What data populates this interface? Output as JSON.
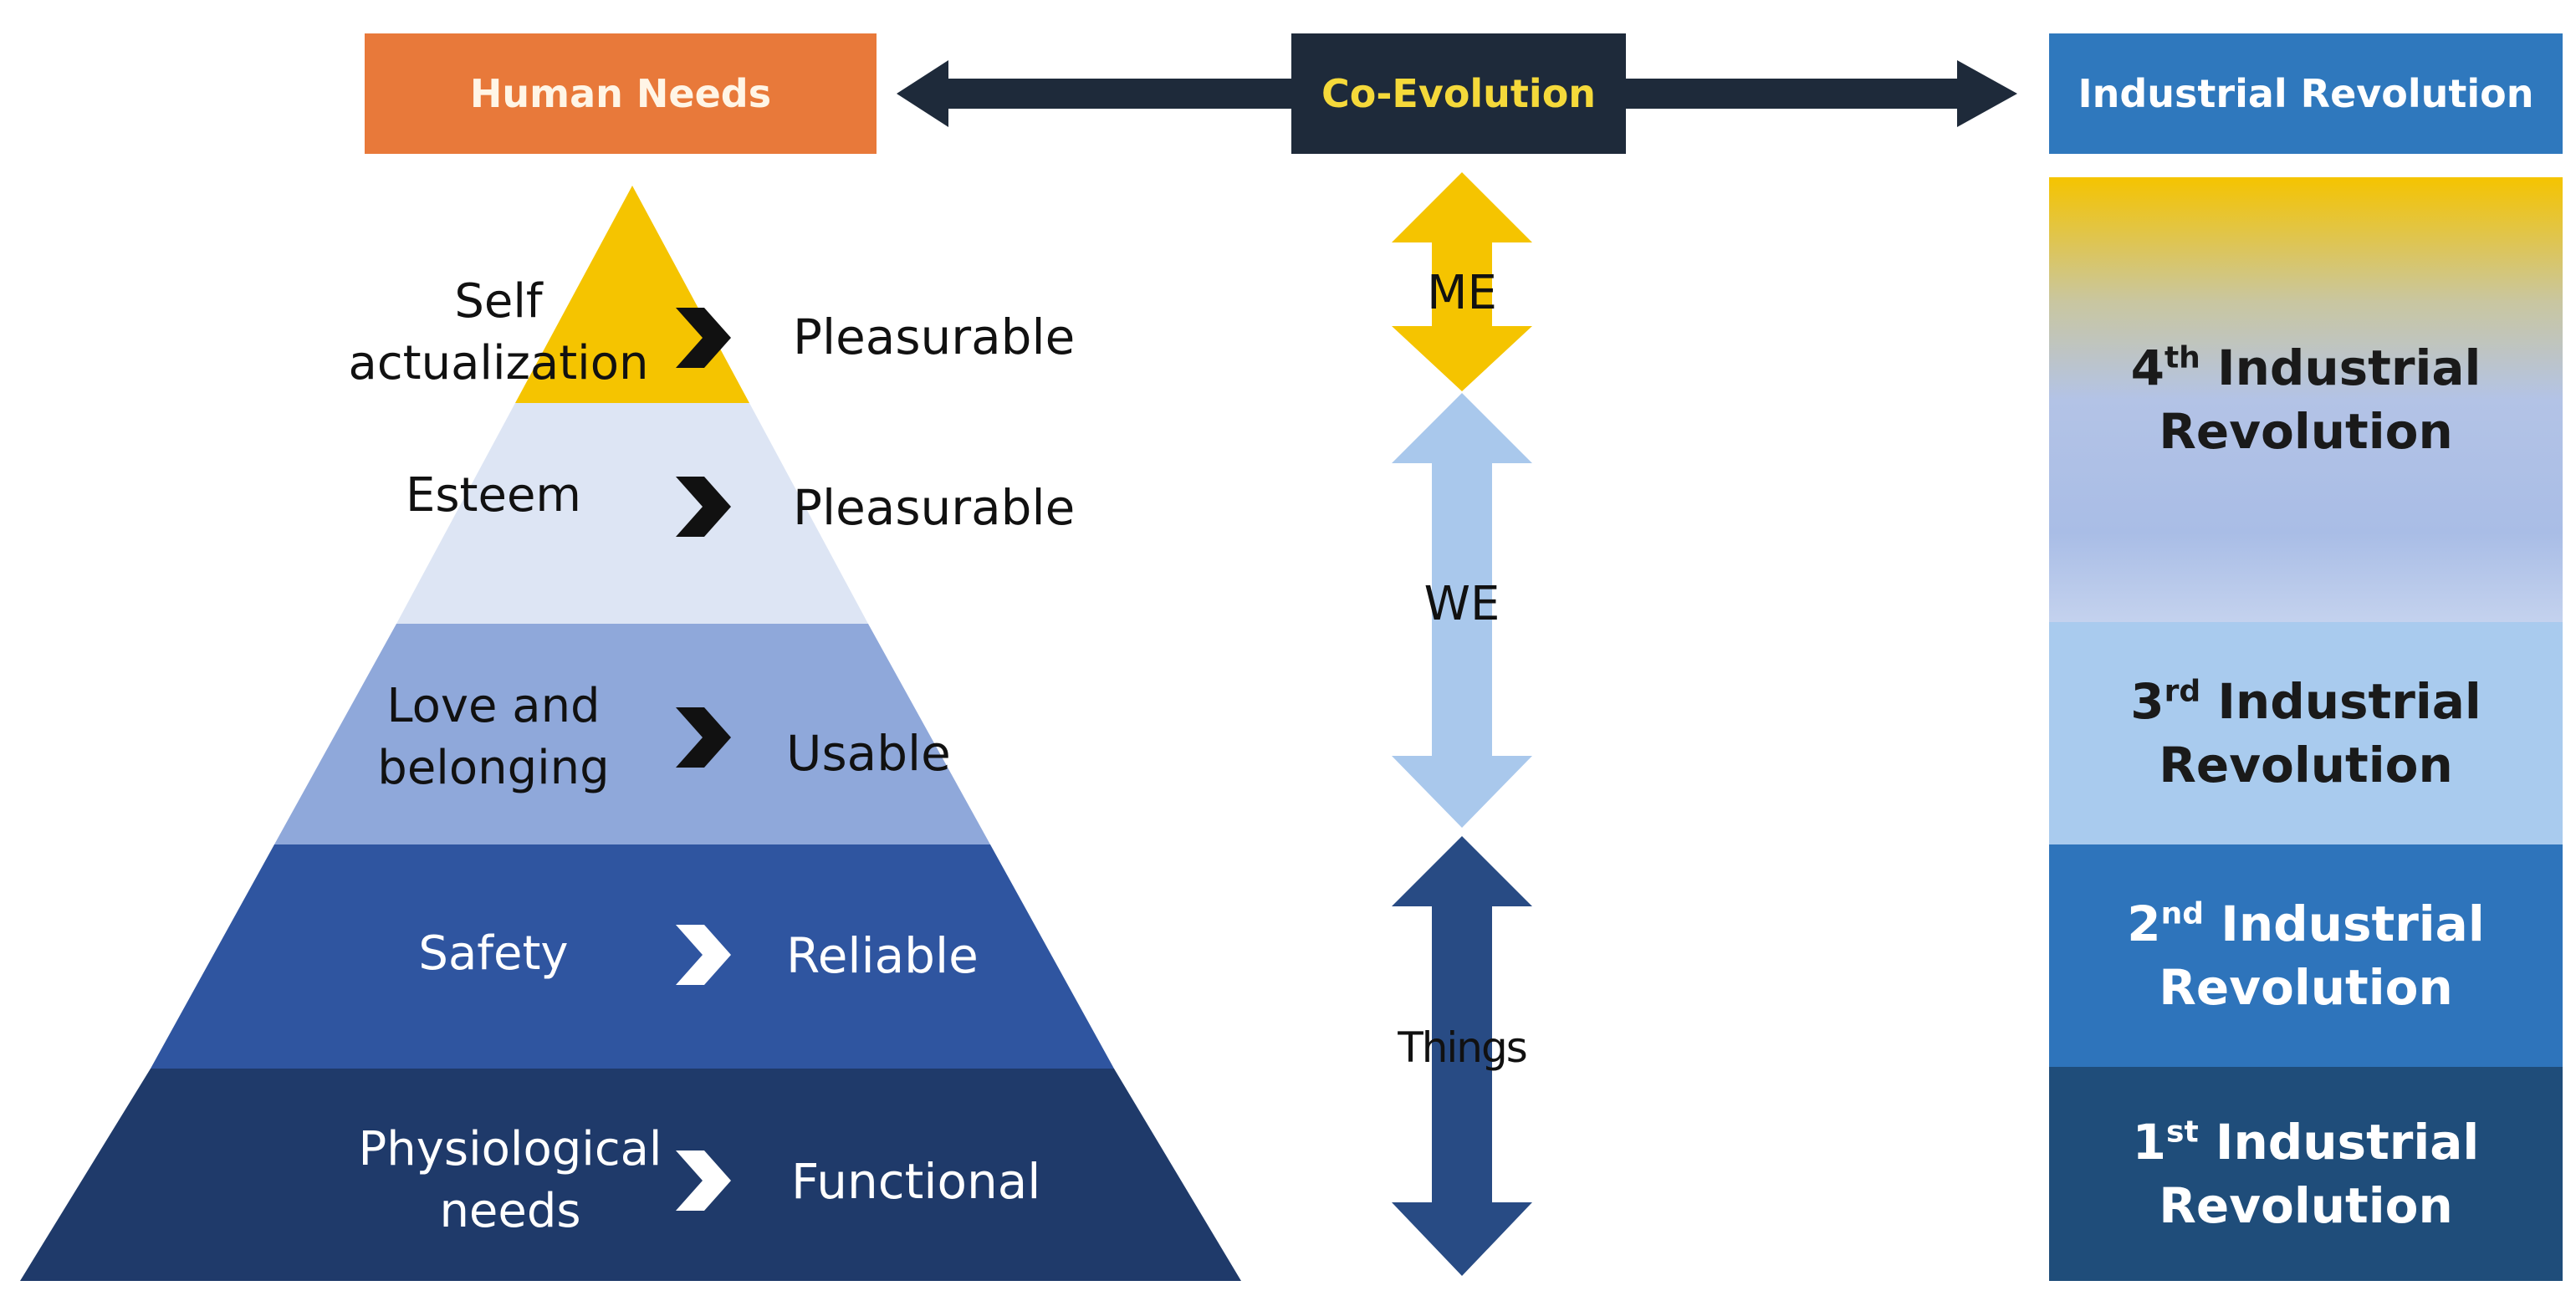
{
  "headers": {
    "human_needs": "Human Needs",
    "co_evolution": "Co-Evolution",
    "industrial_revolution": "Industrial Revolution"
  },
  "pyramid": [
    {
      "need_line1": "Self",
      "need_line2": "actualization",
      "quality": "Pleasurable",
      "color": "#f5c400"
    },
    {
      "need_line1": "Esteem",
      "need_line2": "",
      "quality": "Pleasurable",
      "color": "#dde5f4"
    },
    {
      "need_line1": "Love and",
      "need_line2": "belonging",
      "quality": "Usable",
      "color": "#8fa8da"
    },
    {
      "need_line1": "Safety",
      "need_line2": "",
      "quality": "Reliable",
      "color": "#2f55a0"
    },
    {
      "need_line1": "Physiological",
      "need_line2": "needs",
      "quality": "Functional",
      "color": "#1f3a6a"
    }
  ],
  "arrows": [
    {
      "label": "ME",
      "color": "#f5c400"
    },
    {
      "label": "WE",
      "color": "#a9c8ec"
    },
    {
      "label": "Things",
      "color": "#284b84"
    }
  ],
  "revolutions": [
    {
      "ordinal": "4",
      "suffix": "th",
      "line1_rest": "Industrial",
      "line2": "Revolution"
    },
    {
      "ordinal": "3",
      "suffix": "rd",
      "line1_rest": "Industrial",
      "line2": "Revolution"
    },
    {
      "ordinal": "2",
      "suffix": "nd",
      "line1_rest": "Industrial",
      "line2": "Revolution"
    },
    {
      "ordinal": "1",
      "suffix": "st",
      "line1_rest": "Industrial",
      "line2": "Revolution"
    }
  ]
}
